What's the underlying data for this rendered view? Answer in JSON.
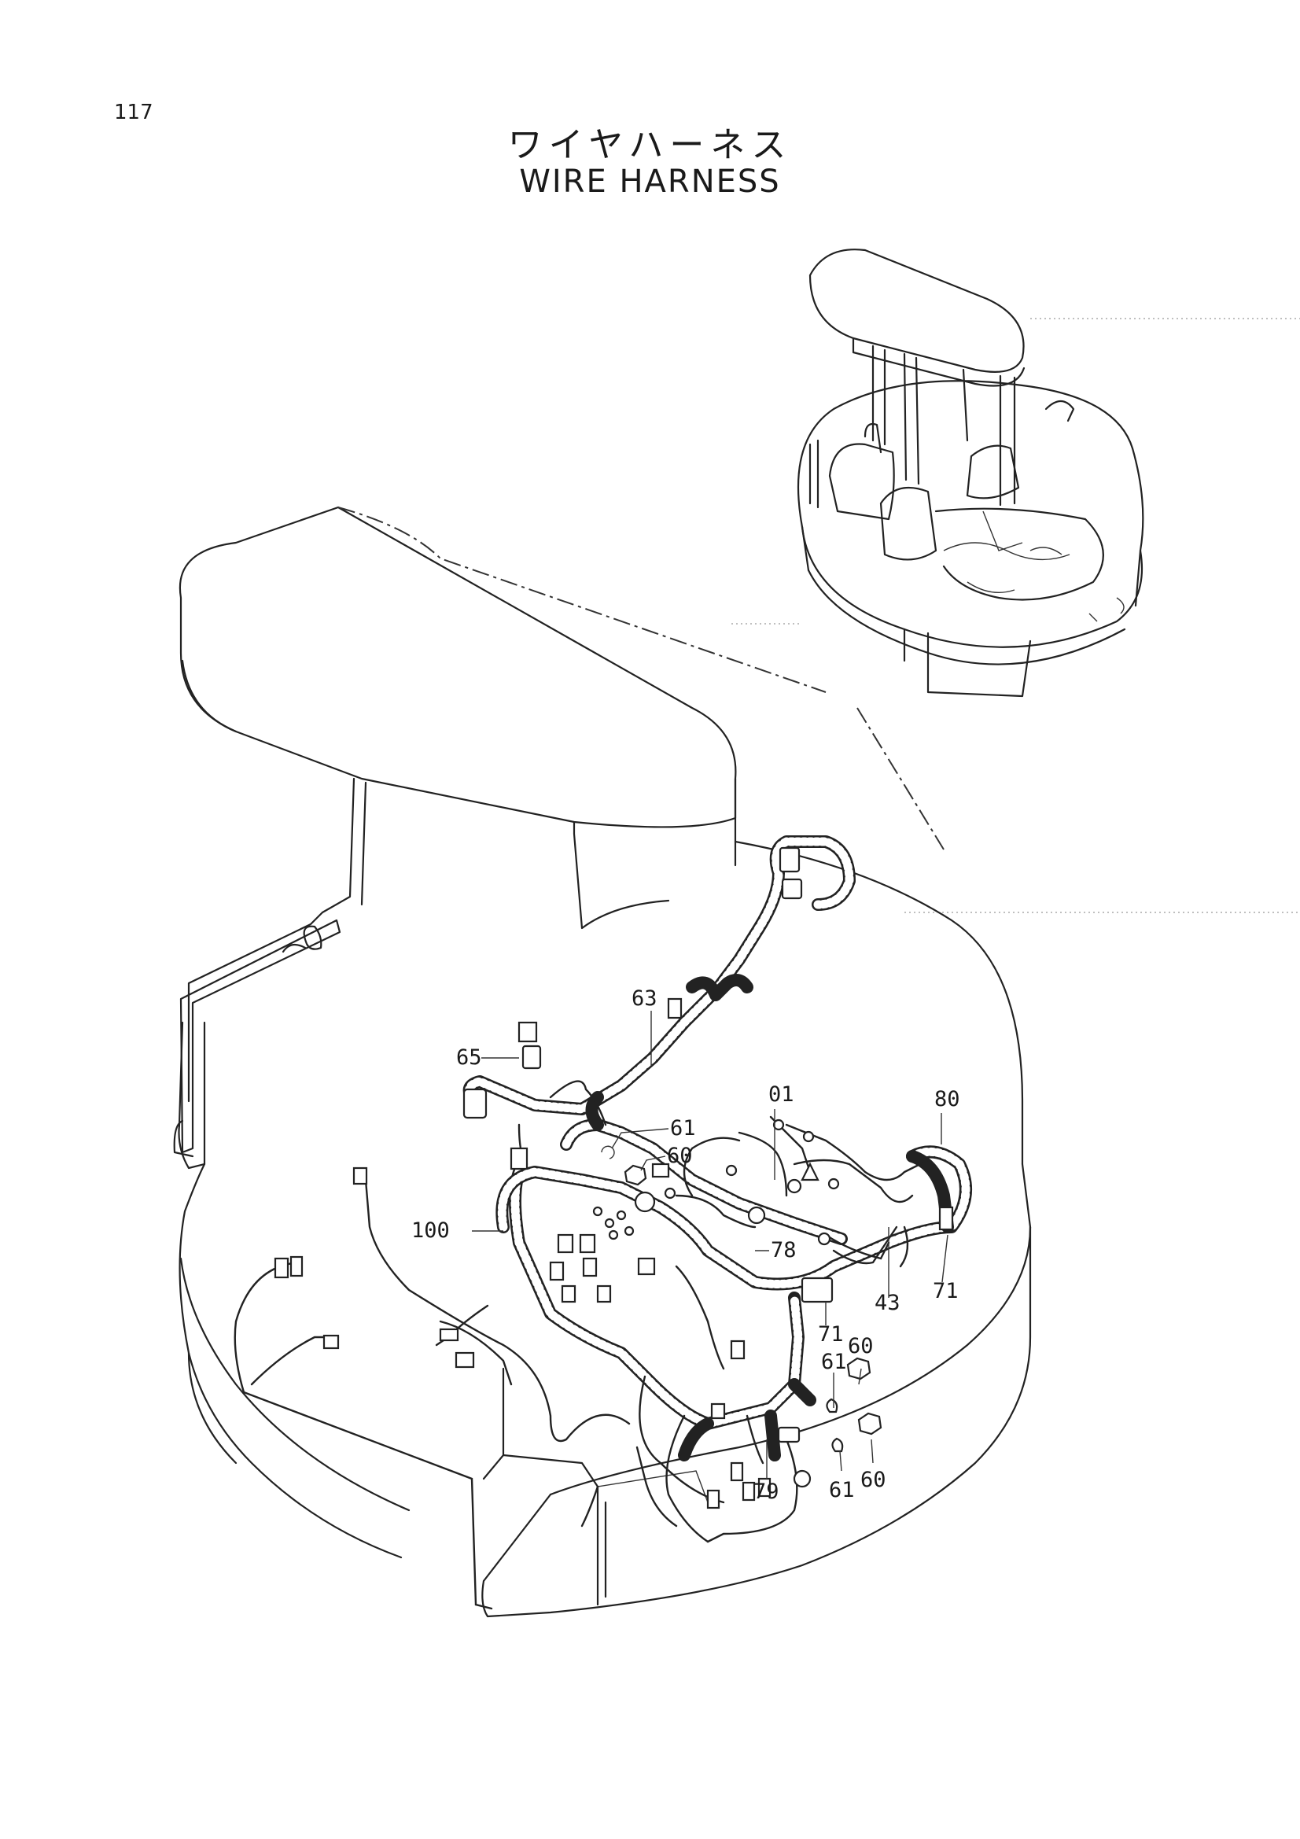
{
  "page": {
    "number": "117",
    "title_jp": "ワイヤハーネス",
    "title_en": "WIRE  HARNESS"
  },
  "callouts": [
    {
      "id": "c-63",
      "label": "63"
    },
    {
      "id": "c-65",
      "label": "65"
    },
    {
      "id": "c-01",
      "label": "01"
    },
    {
      "id": "c-80",
      "label": "80"
    },
    {
      "id": "c-61a",
      "label": "61"
    },
    {
      "id": "c-60a",
      "label": "60"
    },
    {
      "id": "c-100",
      "label": "100"
    },
    {
      "id": "c-78",
      "label": "78"
    },
    {
      "id": "c-43",
      "label": "43"
    },
    {
      "id": "c-71a",
      "label": "71"
    },
    {
      "id": "c-71b",
      "label": "71"
    },
    {
      "id": "c-61b",
      "label": "61"
    },
    {
      "id": "c-60b",
      "label": "60"
    },
    {
      "id": "c-79",
      "label": "79"
    },
    {
      "id": "c-61c",
      "label": "61"
    },
    {
      "id": "c-60c",
      "label": "60"
    }
  ]
}
